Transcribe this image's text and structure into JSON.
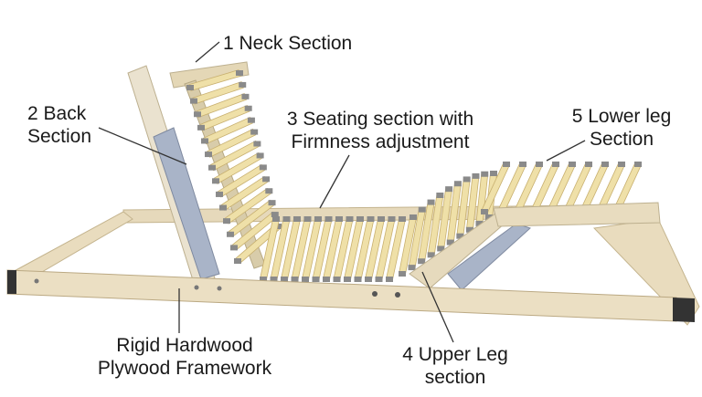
{
  "labels": {
    "neck": {
      "line1": "1 Neck Section"
    },
    "back": {
      "line1": "2 Back",
      "line2": "Section"
    },
    "seating": {
      "line1": "3 Seating section with",
      "line2": "Firmness adjustment"
    },
    "upper_leg": {
      "line1": "4 Upper Leg",
      "line2": "section"
    },
    "lower_leg": {
      "line1": "5 Lower leg",
      "line2": "Section"
    },
    "framework": {
      "line1": "Rigid Hardwood",
      "line2": "Plywood Framework"
    }
  },
  "colors": {
    "wood": "#e8dcc0",
    "wood_dark": "#c9b993",
    "slat": "#efe0a8",
    "slat_edge": "#c8b070",
    "holder": "#8a8a8a",
    "metal": "#a9b4c8",
    "leader": "#333333"
  }
}
